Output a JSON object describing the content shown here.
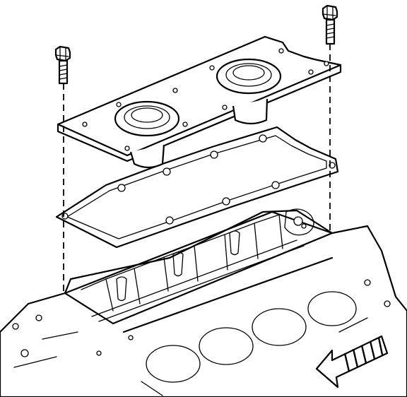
{
  "diagram": {
    "type": "exploded-view line drawing",
    "components": [
      {
        "name": "bolt",
        "count": 2
      },
      {
        "name": "cover-plate",
        "count": 1,
        "seals": 2
      },
      {
        "name": "gasket",
        "count": 1
      },
      {
        "name": "engine-block",
        "count": 1
      }
    ],
    "colors": {
      "ink": "#000000",
      "paper": "#ffffff"
    },
    "icons": [
      "bolt-icon",
      "direction-arrow-icon"
    ]
  }
}
